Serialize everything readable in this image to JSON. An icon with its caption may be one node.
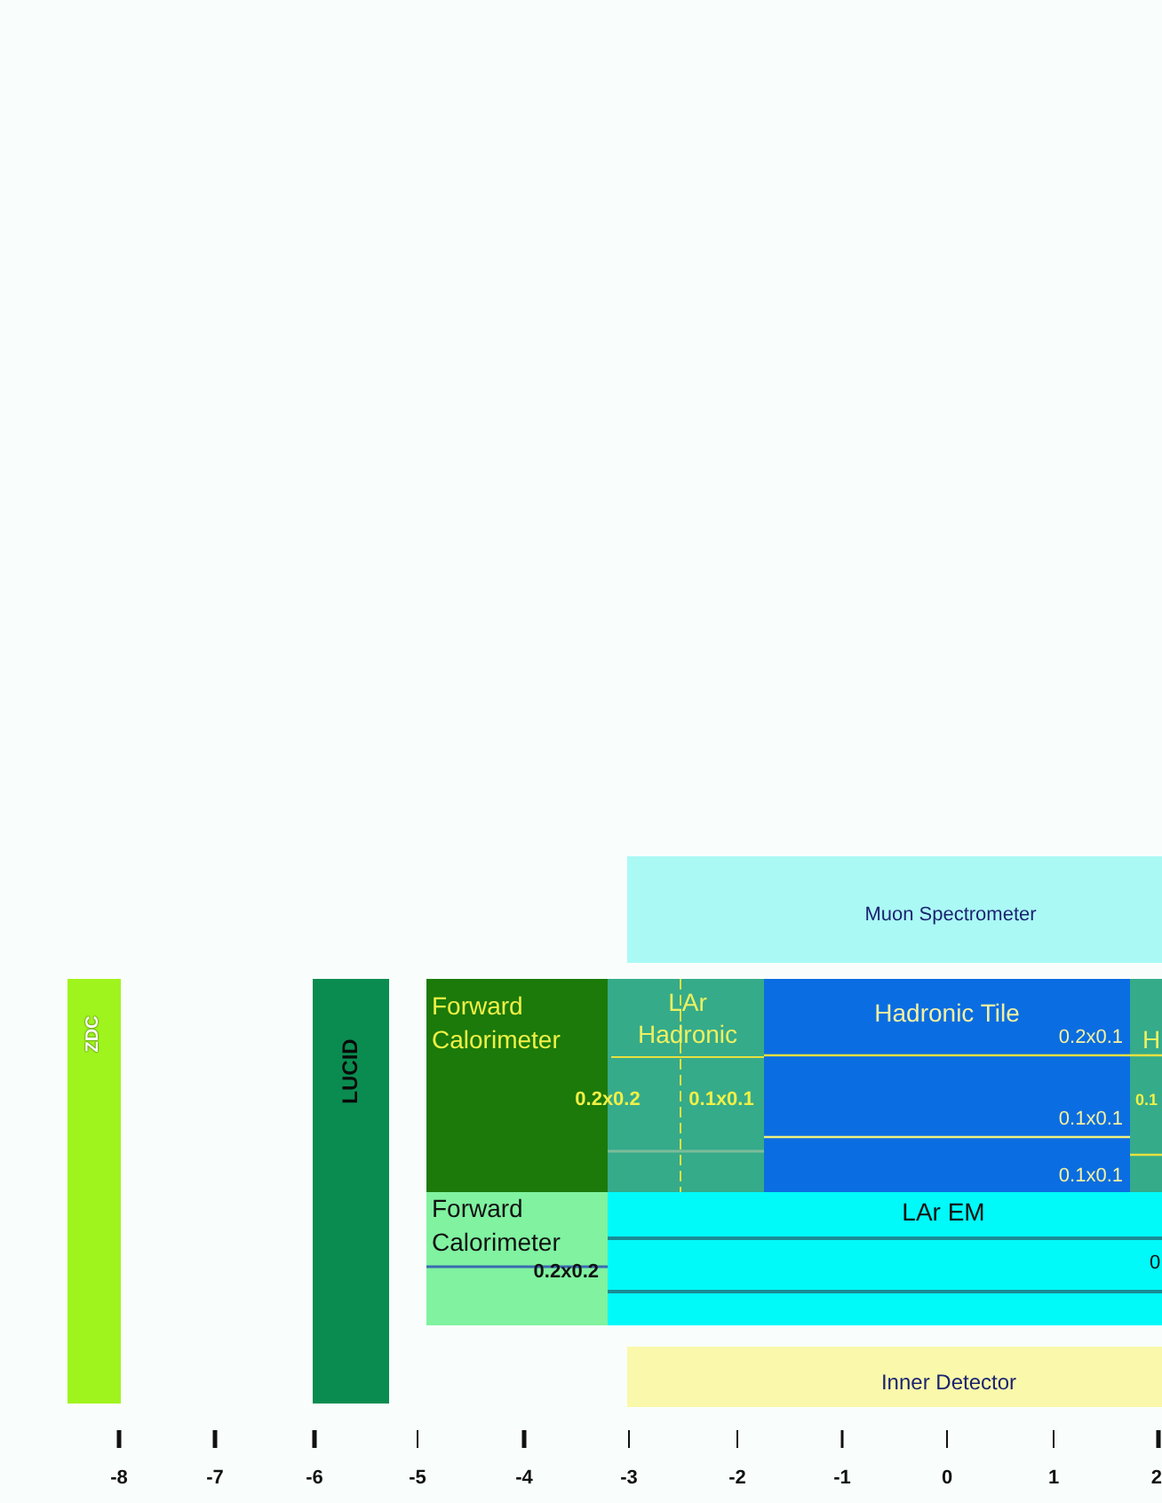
{
  "diagram": {
    "nodes": [
      {
        "text": [
          "Muon Spectrometer"
        ]
      },
      {
        "text": [
          "ZDC"
        ]
      },
      {
        "text": [
          "LUCID"
        ]
      },
      {
        "text": [
          "Forward Calorimeter",
          "0.2x0.2"
        ]
      },
      {
        "text": [
          "LAr Hadronic",
          "0.1x0.1"
        ]
      },
      {
        "text": [
          "Hadronic Tile",
          "0.2x0.1",
          "0.1x0.1",
          "0.1x0.1"
        ]
      },
      {
        "text": [
          "H",
          "0.1"
        ]
      },
      {
        "text": [
          "Forward Calorimeter",
          "0.2x0.2"
        ]
      },
      {
        "text": [
          "LAr EM",
          "0"
        ]
      },
      {
        "text": [
          "Inner Detector"
        ]
      }
    ],
    "labels": [
      "-8",
      "-7",
      "-6",
      "-5",
      "-4",
      "-3",
      "-2",
      "-1",
      "0",
      "1",
      "2"
    ]
  }
}
